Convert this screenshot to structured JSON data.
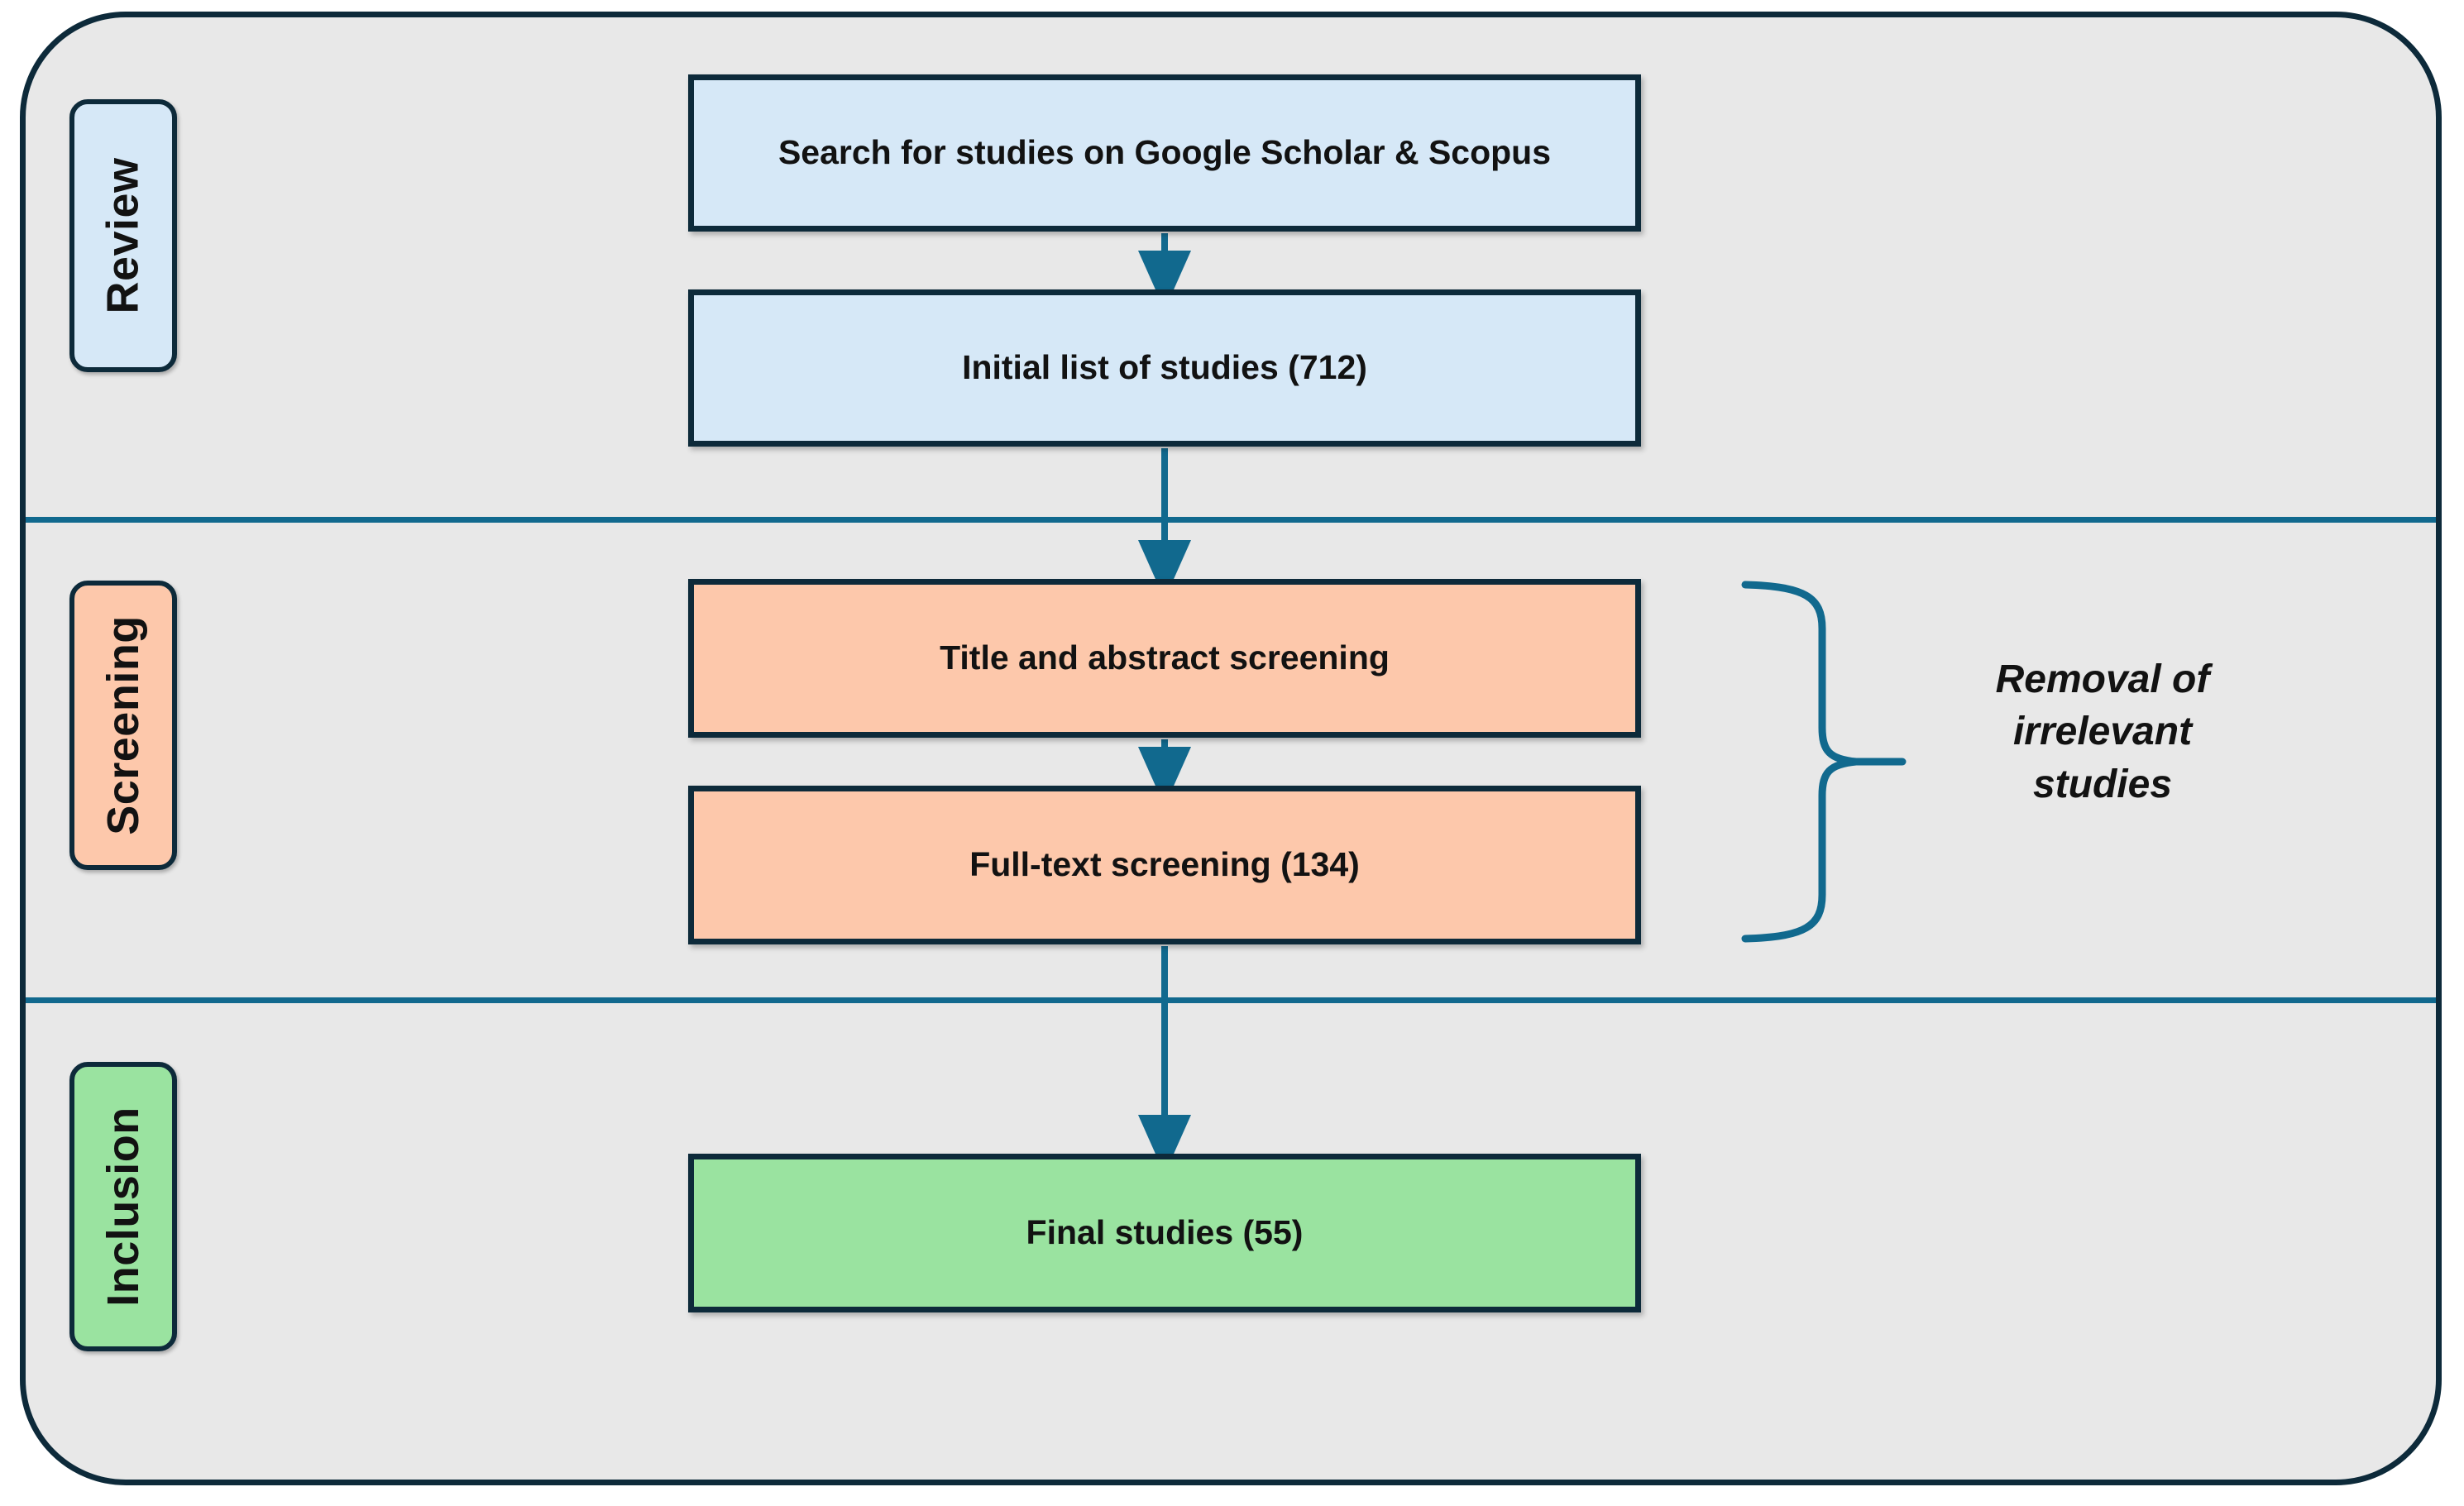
{
  "diagram": {
    "title": "PRISMA study selection flow diagram",
    "background_color": "#e8e8e8",
    "border_color": "#0d2a3a",
    "connector_color": "#11698e"
  },
  "stages": [
    {
      "id": "review",
      "label": "Review",
      "color": "#d6e8f7"
    },
    {
      "id": "screening",
      "label": "Screening",
      "color": "#fdc8ab"
    },
    {
      "id": "inclusion",
      "label": "Inclusion",
      "color": "#9ae3a0"
    }
  ],
  "boxes": [
    {
      "id": "search",
      "stage": "review",
      "label": "Search for studies on Google Scholar & Scopus",
      "color": "#d6e8f7",
      "count": null
    },
    {
      "id": "initial",
      "stage": "review",
      "label": "Initial list of studies (712)",
      "color": "#d6e8f7",
      "count": 712
    },
    {
      "id": "title_abstract",
      "stage": "screening",
      "label": "Title and abstract screening",
      "color": "#fdc8ab",
      "count": null
    },
    {
      "id": "full_text",
      "stage": "screening",
      "label": "Full-text screening (134)",
      "color": "#fdc8ab",
      "count": 134
    },
    {
      "id": "final",
      "stage": "inclusion",
      "label": "Final studies (55)",
      "color": "#9ae3a0",
      "count": 55
    }
  ],
  "annotation": {
    "id": "removal-note",
    "label": "Removal of irrelevant studies",
    "brace_color": "#11698e",
    "applies_to": [
      "title_abstract",
      "full_text"
    ]
  },
  "flow": [
    {
      "from": "search",
      "to": "initial"
    },
    {
      "from": "initial",
      "to": "title_abstract"
    },
    {
      "from": "title_abstract",
      "to": "full_text"
    },
    {
      "from": "full_text",
      "to": "final"
    }
  ]
}
